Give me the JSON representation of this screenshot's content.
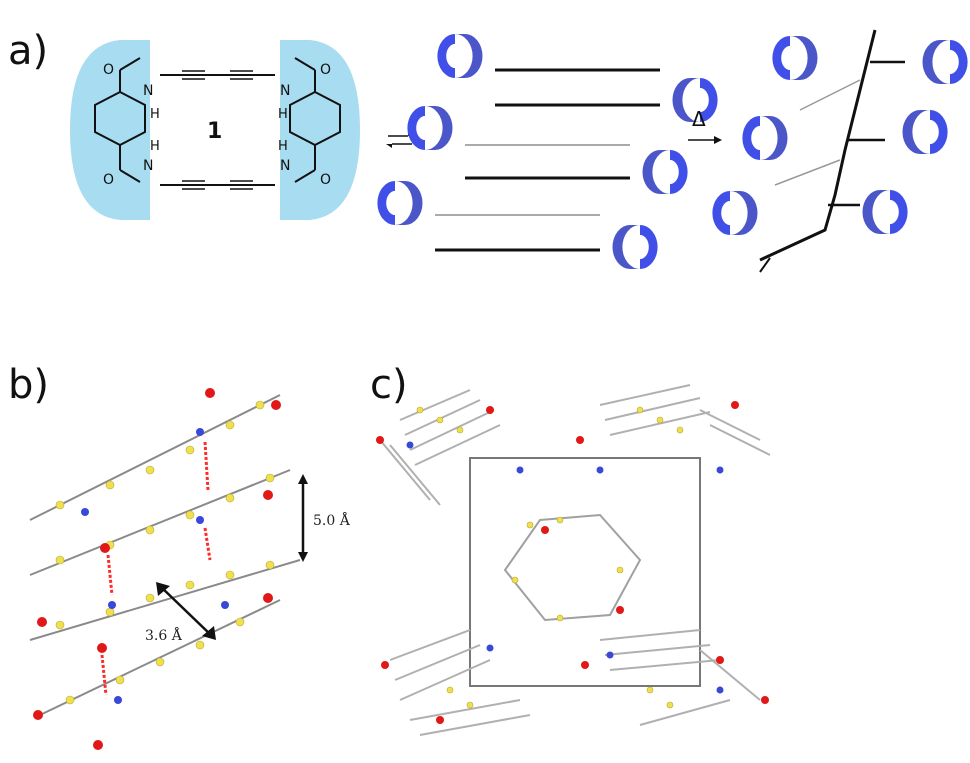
{
  "panels": {
    "a": {
      "label": "a)",
      "compound_number": "1",
      "arrow_label": "Δ",
      "atoms": {
        "n": "N",
        "h": "H",
        "o": "O"
      }
    },
    "b": {
      "label": "b)",
      "distance_interlayer": "5.0 Å",
      "distance_stack": "3.6 Å"
    },
    "c": {
      "label": "c)"
    }
  },
  "colors": {
    "cup_blue": "#3f4fe8",
    "cup_side": "#6a78ff",
    "highlight": "#a8dcf0",
    "carbon": "#f0e050",
    "nitrogen": "#3848d8",
    "oxygen": "#e01818",
    "hbond": "#ff2a2a"
  }
}
